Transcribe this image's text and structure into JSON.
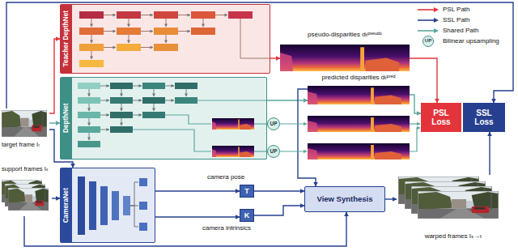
{
  "diagram": {
    "nodes": [
      {
        "text": [
          "Teacher DepthNet"
        ]
      },
      {
        "text": [
          "DepthNet"
        ]
      },
      {
        "text": [
          "CameraNet"
        ]
      },
      {
        "text": [
          "target frame Iₜ"
        ]
      },
      {
        "text": [
          "support frames Iₛ"
        ]
      },
      {
        "text": [
          "pseudo-disparities dₜᵖˢᵉᵘᵈᵒ"
        ]
      },
      {
        "text": [
          "predicted disparities dₜᵖʳᵉᵈ"
        ]
      },
      {
        "text": [
          "UP"
        ]
      },
      {
        "text": [
          "UP"
        ]
      },
      {
        "text": [
          "PSL Loss"
        ]
      },
      {
        "text": [
          "SSL Loss"
        ]
      },
      {
        "text": [
          "T"
        ]
      },
      {
        "text": [
          "K"
        ]
      },
      {
        "text": [
          "View Synthesis"
        ]
      },
      {
        "text": [
          "warped frames Iₛ→ₜ"
        ]
      }
    ],
    "edges": [
      {
        "from": 3,
        "to": 0,
        "arrow": "to"
      },
      {
        "from": 3,
        "to": 1,
        "arrow": "to"
      },
      {
        "from": 3,
        "to": 2,
        "arrow": "to"
      },
      {
        "from": 3,
        "to": 10,
        "arrow": "to"
      },
      {
        "from": 4,
        "to": 2,
        "arrow": "to"
      },
      {
        "from": 4,
        "to": 13,
        "arrow": "to"
      },
      {
        "from": 0,
        "to": 5,
        "arrow": "to"
      },
      {
        "from": 1,
        "to": 6,
        "arrow": "to"
      },
      {
        "from": 5,
        "to": 9,
        "arrow": "to"
      },
      {
        "from": 6,
        "to": 9,
        "arrow": "to"
      },
      {
        "from": 6,
        "to": 13,
        "arrow": "to"
      },
      {
        "from": 2,
        "to": 11,
        "arrow": "to"
      },
      {
        "from": 2,
        "to": 12,
        "arrow": "to"
      },
      {
        "from": 11,
        "to": 13,
        "arrow": "to"
      },
      {
        "from": 12,
        "to": 13,
        "arrow": "to"
      },
      {
        "from": 13,
        "to": 14,
        "arrow": "to"
      },
      {
        "from": 14,
        "to": 10,
        "arrow": "to"
      }
    ],
    "labels": [
      "camera pose",
      "camera intrinsics",
      "UP"
    ],
    "legend": [
      {
        "text": "PSL Path"
      },
      {
        "text": "SSL Path"
      },
      {
        "text": "Shared Path"
      },
      {
        "text": "Bilinear upsampling"
      }
    ]
  }
}
